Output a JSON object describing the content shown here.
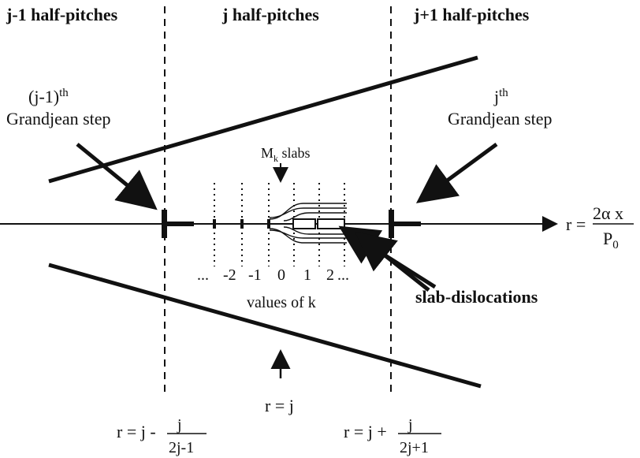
{
  "headers": {
    "left": "j-1 half-pitches",
    "middle": "j half-pitches",
    "right": "j+1 half-pitches"
  },
  "steps": {
    "left_label_line1": "(j-1)",
    "left_label_sup": "th",
    "left_label_line2": "Grandjean step",
    "right_label_line1": "j",
    "right_label_sup": "th",
    "right_label_line2": "Grandjean step"
  },
  "slabs": {
    "label_main": "M",
    "label_sub": "k",
    "label_rest": " slabs"
  },
  "k_values": {
    "ellipsis_left": "...",
    "values": [
      "-2",
      "-1",
      "0",
      "1",
      "2"
    ],
    "ellipsis_right": "...",
    "caption": "values of k"
  },
  "axis": {
    "r_eq": "r =",
    "numerator": "2α x",
    "denom_main": "P",
    "denom_sub": "0"
  },
  "dislocations": {
    "label": "slab-dislocations"
  },
  "bottom": {
    "r_eq_j": "r = j",
    "left_prefix": "r = j -",
    "left_num": "j",
    "left_den": "2j-1",
    "right_prefix": "r = j +",
    "right_num": "j",
    "right_den": "2j+1"
  }
}
